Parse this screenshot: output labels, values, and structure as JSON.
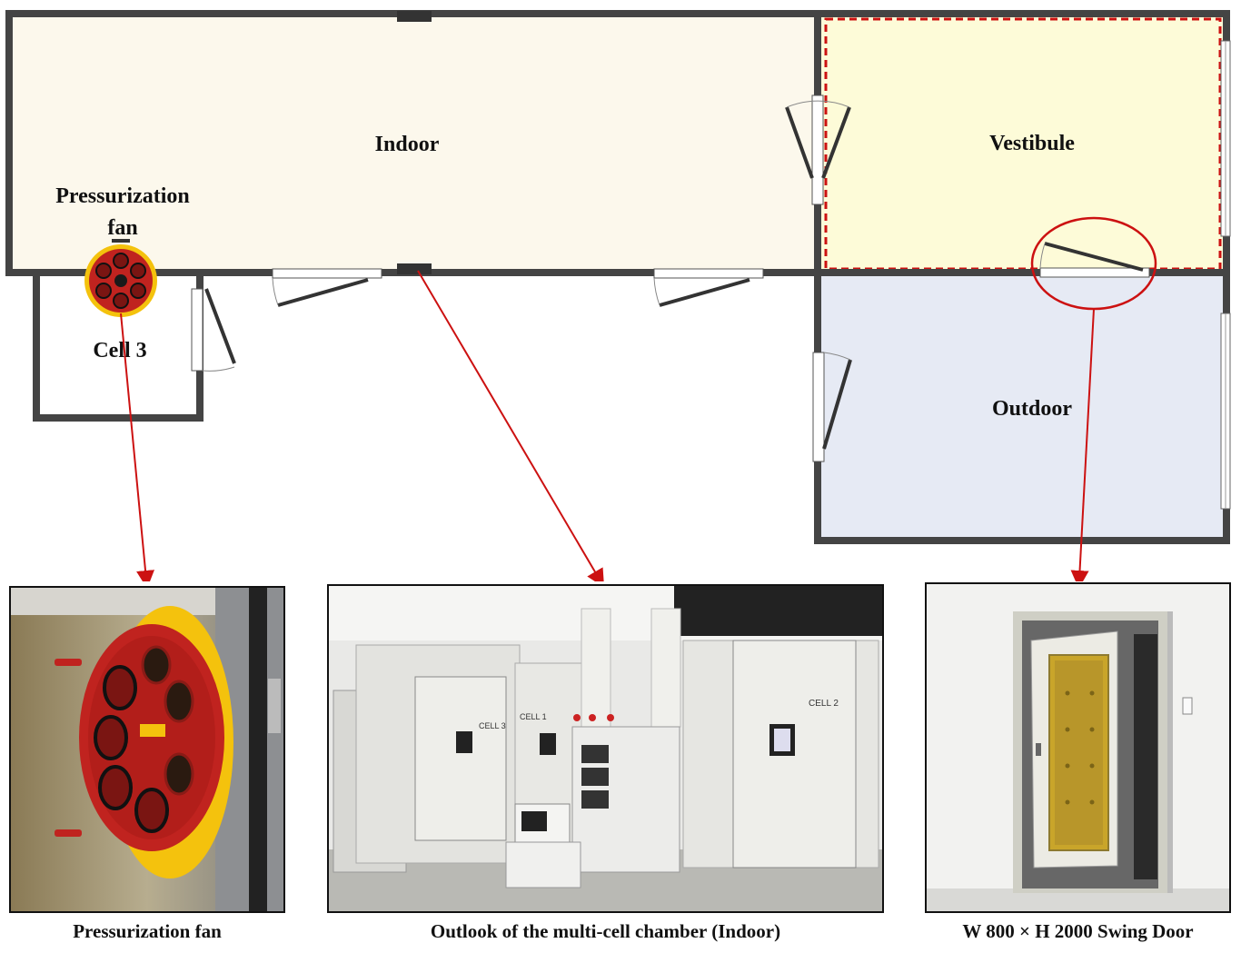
{
  "floor_plan": {
    "rooms": {
      "indoor": "Indoor",
      "vestibule": "Vestibule",
      "outdoor": "Outdoor",
      "cell3": "Cell 3"
    },
    "fan_label_line1": "Pressurization",
    "fan_label_line2": "fan"
  },
  "photos": {
    "fan": {
      "caption": "Pressurization fan"
    },
    "chamber": {
      "caption": "Outlook of the multi-cell chamber (Indoor)",
      "cell_labels": [
        "CELL 3",
        "CELL 1",
        "CELL 2"
      ]
    },
    "door": {
      "caption": "W 800 × H 2000 Swing Door"
    }
  },
  "colors": {
    "indoor_fill": "#fcf8ec",
    "vestibule_fill": "#fdfbd8",
    "outdoor_fill": "#e6eaf4",
    "wall": "#444444",
    "callout": "#cc1111",
    "fan_red": "#c0231f",
    "fan_yellow": "#f4c20d"
  }
}
